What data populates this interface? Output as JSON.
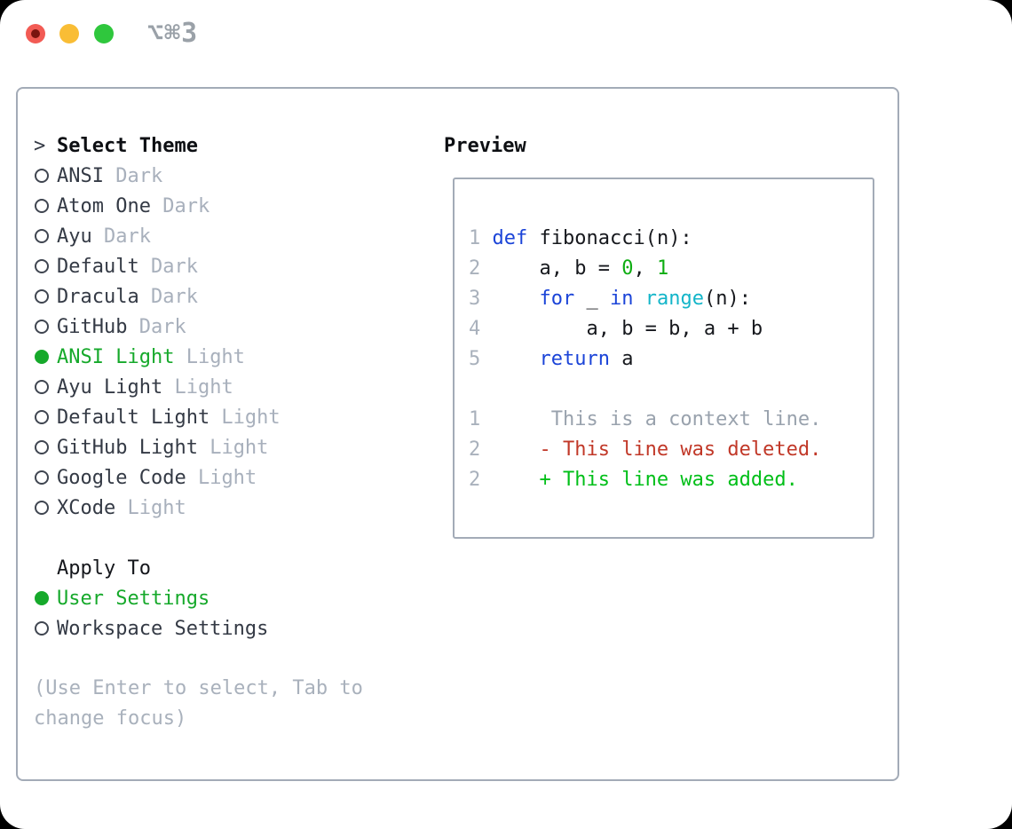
{
  "window": {
    "shortcut_label": "⌥⌘3",
    "traffic_lights": [
      {
        "name": "close",
        "color": "#f25b54",
        "has_inner_dot": true
      },
      {
        "name": "minimize",
        "color": "#f9bd35",
        "has_inner_dot": false
      },
      {
        "name": "zoom",
        "color": "#2fc73d",
        "has_inner_dot": false
      }
    ]
  },
  "colors": {
    "panel_border": "#a3abb7",
    "text_dark": "#343a45",
    "text_header": "#0d0f13",
    "text_muted": "#a8b0bc",
    "selected_green": "#16a92b",
    "code_plain": "#16181d",
    "code_keyword": "#1b44d8",
    "code_builtin": "#13b5c9",
    "code_number": "#0ead12",
    "diff_context": "#99a2ad",
    "diff_deleted": "#c13828",
    "diff_added": "#00bf18",
    "line_number": "#a9b1bc"
  },
  "theme_selector": {
    "prompt": ">",
    "title": "Select Theme",
    "themes": [
      {
        "name": "ANSI",
        "variant": "Dark",
        "selected": false
      },
      {
        "name": "Atom One",
        "variant": "Dark",
        "selected": false
      },
      {
        "name": "Ayu",
        "variant": "Dark",
        "selected": false
      },
      {
        "name": "Default",
        "variant": "Dark",
        "selected": false
      },
      {
        "name": "Dracula",
        "variant": "Dark",
        "selected": false
      },
      {
        "name": "GitHub",
        "variant": "Dark",
        "selected": false
      },
      {
        "name": "ANSI Light",
        "variant": "Light",
        "selected": true
      },
      {
        "name": "Ayu Light",
        "variant": "Light",
        "selected": false
      },
      {
        "name": "Default Light",
        "variant": "Light",
        "selected": false
      },
      {
        "name": "GitHub Light",
        "variant": "Light",
        "selected": false
      },
      {
        "name": "Google Code",
        "variant": "Light",
        "selected": false
      },
      {
        "name": "XCode",
        "variant": "Light",
        "selected": false
      }
    ]
  },
  "apply_to": {
    "title": "Apply To",
    "options": [
      {
        "label": "User Settings",
        "selected": true
      },
      {
        "label": "Workspace Settings",
        "selected": false
      }
    ]
  },
  "hint": "(Use Enter to select, Tab to change focus)",
  "preview": {
    "title": "Preview",
    "code_lines": [
      {
        "num": "1",
        "segments": [
          {
            "t": "def",
            "c": "kw"
          },
          {
            "t": " fibonacci(n):",
            "c": "plain"
          }
        ]
      },
      {
        "num": "2",
        "segments": [
          {
            "t": "    a, b = ",
            "c": "plain"
          },
          {
            "t": "0",
            "c": "num"
          },
          {
            "t": ", ",
            "c": "plain"
          },
          {
            "t": "1",
            "c": "num"
          }
        ]
      },
      {
        "num": "3",
        "segments": [
          {
            "t": "    ",
            "c": "plain"
          },
          {
            "t": "for",
            "c": "kw"
          },
          {
            "t": " _ ",
            "c": "plain"
          },
          {
            "t": "in",
            "c": "kw"
          },
          {
            "t": " ",
            "c": "plain"
          },
          {
            "t": "range",
            "c": "builtin"
          },
          {
            "t": "(n):",
            "c": "plain"
          }
        ]
      },
      {
        "num": "4",
        "segments": [
          {
            "t": "        a, b = b, a + b",
            "c": "plain"
          }
        ]
      },
      {
        "num": "5",
        "segments": [
          {
            "t": "    ",
            "c": "plain"
          },
          {
            "t": "return",
            "c": "kw"
          },
          {
            "t": " a",
            "c": "plain"
          }
        ]
      }
    ],
    "diff_lines": [
      {
        "num": "1",
        "segments": [
          {
            "t": "     This is a context line.",
            "c": "context"
          }
        ]
      },
      {
        "num": "2",
        "segments": [
          {
            "t": "    - This line was deleted.",
            "c": "deleted"
          }
        ]
      },
      {
        "num": "2",
        "segments": [
          {
            "t": "    + This line was added.",
            "c": "added"
          }
        ]
      }
    ]
  }
}
